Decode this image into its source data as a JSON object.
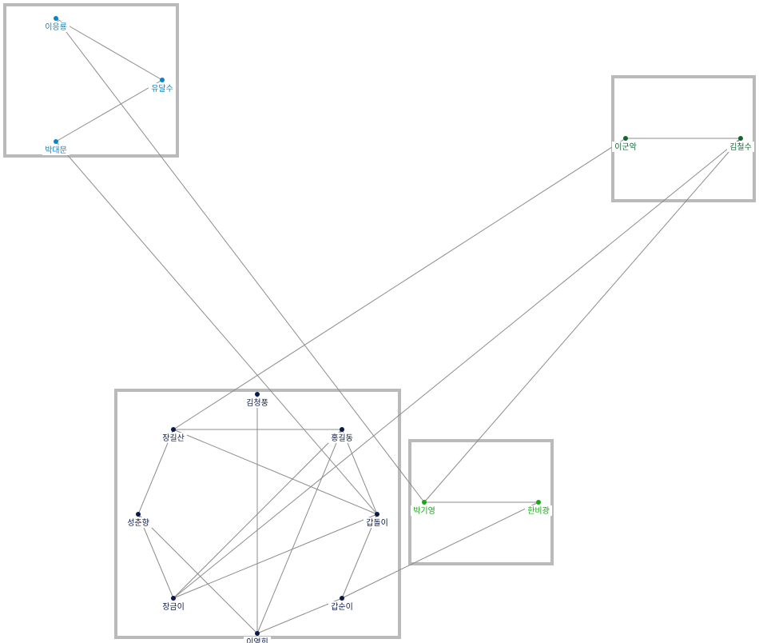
{
  "colors": {
    "edge": "#8c8c8c",
    "group_border": "#bababa",
    "background": "#ffffff"
  },
  "groups": [
    {
      "id": "g-blue",
      "color": "#0a86c8"
    },
    {
      "id": "g-darkgreen",
      "color": "#116633"
    },
    {
      "id": "g-navy",
      "color": "#0b1a4a"
    },
    {
      "id": "g-green",
      "color": "#1aa51a"
    }
  ],
  "nodes": [
    {
      "id": "lee-eungyong",
      "label": "이응룡",
      "group": "g-blue"
    },
    {
      "id": "yu-dalsu",
      "label": "유달수",
      "group": "g-blue"
    },
    {
      "id": "park-daemun",
      "label": "박대문",
      "group": "g-blue"
    },
    {
      "id": "lee-gunak",
      "label": "이군악",
      "group": "g-darkgreen"
    },
    {
      "id": "kim-cheolsu",
      "label": "김철수",
      "group": "g-darkgreen"
    },
    {
      "id": "kim-cheongpung",
      "label": "김청풍",
      "group": "g-navy"
    },
    {
      "id": "jang-gilsan",
      "label": "장길산",
      "group": "g-navy"
    },
    {
      "id": "hong-gildong",
      "label": "홍길동",
      "group": "g-navy"
    },
    {
      "id": "seong-chunhyang",
      "label": "성춘향",
      "group": "g-navy"
    },
    {
      "id": "gap-dori",
      "label": "갑돌이",
      "group": "g-navy"
    },
    {
      "id": "jang-geumi",
      "label": "장금이",
      "group": "g-navy"
    },
    {
      "id": "gap-suni",
      "label": "갑순이",
      "group": "g-navy"
    },
    {
      "id": "lee-younghee",
      "label": "이영희",
      "group": "g-navy"
    },
    {
      "id": "park-giyoung",
      "label": "박기영",
      "group": "g-green"
    },
    {
      "id": "han-bigwang",
      "label": "한비광",
      "group": "g-green"
    }
  ],
  "edges": [
    [
      "lee-eungyong",
      "yu-dalsu"
    ],
    [
      "yu-dalsu",
      "park-daemun"
    ],
    [
      "lee-eungyong",
      "park-giyoung"
    ],
    [
      "park-daemun",
      "gap-dori"
    ],
    [
      "lee-gunak",
      "kim-cheolsu"
    ],
    [
      "lee-gunak",
      "jang-gilsan"
    ],
    [
      "kim-cheolsu",
      "jang-geumi"
    ],
    [
      "kim-cheolsu",
      "park-giyoung"
    ],
    [
      "park-giyoung",
      "han-bigwang"
    ],
    [
      "han-bigwang",
      "gap-suni"
    ],
    [
      "kim-cheongpung",
      "lee-younghee"
    ],
    [
      "jang-gilsan",
      "hong-gildong"
    ],
    [
      "jang-gilsan",
      "gap-dori"
    ],
    [
      "jang-gilsan",
      "seong-chunhyang"
    ],
    [
      "hong-gildong",
      "gap-dori"
    ],
    [
      "hong-gildong",
      "jang-geumi"
    ],
    [
      "hong-gildong",
      "lee-younghee"
    ],
    [
      "seong-chunhyang",
      "jang-geumi"
    ],
    [
      "seong-chunhyang",
      "lee-younghee"
    ],
    [
      "gap-dori",
      "jang-geumi"
    ],
    [
      "gap-dori",
      "gap-suni"
    ],
    [
      "gap-suni",
      "lee-younghee"
    ]
  ]
}
